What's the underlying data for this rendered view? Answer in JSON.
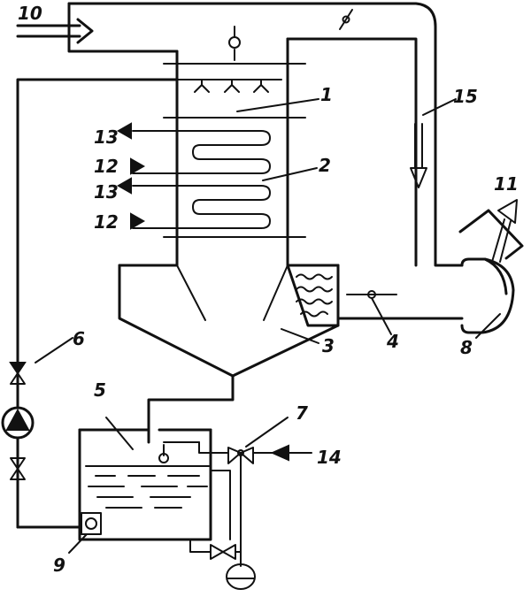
{
  "labels": {
    "l1": "1",
    "l2": "2",
    "l3": "3",
    "l4": "4",
    "l5": "5",
    "l6": "6",
    "l7": "7",
    "l8": "8",
    "l9": "9",
    "l10": "10",
    "l11": "11",
    "l12a": "12",
    "l12b": "12",
    "l13a": "13",
    "l13b": "13",
    "l14": "14",
    "l15": "15"
  }
}
